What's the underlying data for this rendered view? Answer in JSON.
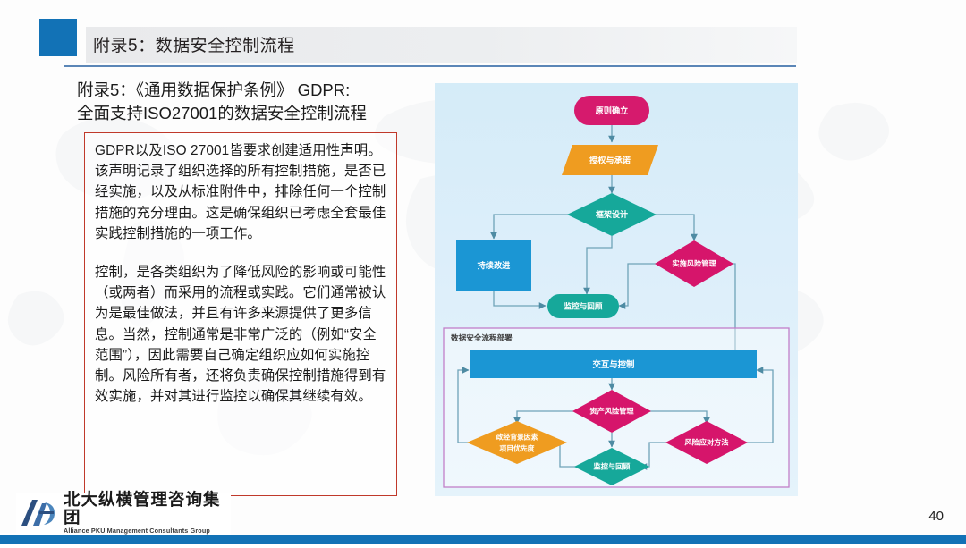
{
  "header": {
    "title": "附录5：数据安全控制流程"
  },
  "subtitle": {
    "line1": "附录5：《通用数据保护条例》 GDPR:",
    "line2": "全面支持ISO27001的数据安全控制流程"
  },
  "textbox": {
    "paragraph1": "GDPR以及ISO 27001皆要求创建适用性声明。该声明记录了组织选择的所有控制措施，是否已经实施，以及从标准附件中，排除任何一个控制措施的充分理由。这是确保组织已考虑全套最佳实践控制措施的一项工作。",
    "paragraph2": "控制，是各类组织为了降低风险的影响或可能性（或两者）而采用的流程或实践。它们通常被认为是最佳做法，并且有许多来源提供了更多信息。当然，控制通常是非常广泛的（例如“安全范围”），因此需要自己确定组织应如何实施控制。风险所有者，还将负责确保控制措施得到有效实施，并对其进行监控以确保其继续有效。"
  },
  "diagram": {
    "group_label": "数据安全流程部署",
    "nodes": {
      "principle": "原则确立",
      "authorization": "授权与承诺",
      "framework": "框架设计",
      "continuous_improvement": "持续改进",
      "risk_management": "实施风险管理",
      "monitor_review_top": "监控与回顾",
      "interaction_control": "交互与控制",
      "asset_risk": "资产风险管理",
      "political_factors_line1": "政经背景因素",
      "political_factors_line2": "项目优先度",
      "risk_response": "风险应对方法",
      "monitor_review_bottom": "监控与回顾"
    },
    "colors": {
      "magenta": "#d61a6d",
      "orange": "#ef9c20",
      "teal": "#16a89a",
      "blue": "#1b96d4",
      "crimson": "#d6156b",
      "panel": "#d7edf9",
      "group_border": "#c47fc4",
      "connector": "#5c93a8"
    }
  },
  "footer": {
    "logo_cn": "北大纵横管理咨询集团",
    "logo_en": "Alliance PKU Management Consultants Group",
    "page_number": "40"
  }
}
